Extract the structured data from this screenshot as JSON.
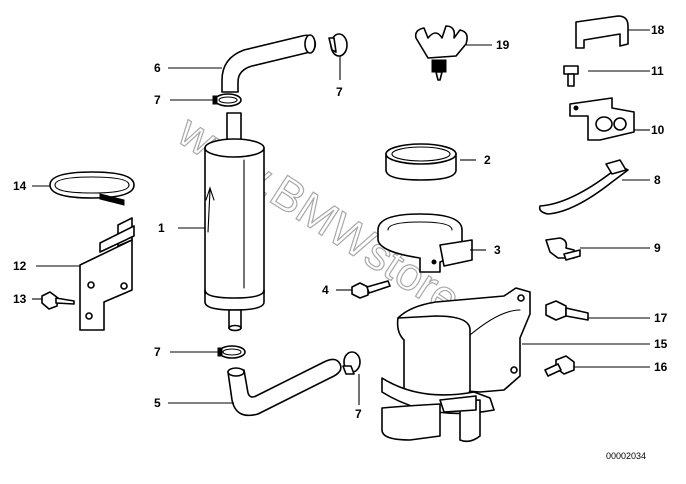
{
  "watermark": "www.BMWstore.pl",
  "drawing_code": "00002034",
  "callouts": [
    {
      "id": "c1",
      "label": "1",
      "part": "fuel-filter"
    },
    {
      "id": "c2",
      "label": "2",
      "part": "rubber-ring"
    },
    {
      "id": "c3",
      "label": "3",
      "part": "clamping-strap"
    },
    {
      "id": "c4",
      "label": "4",
      "part": "hex-bolt"
    },
    {
      "id": "c5",
      "label": "5",
      "part": "fuel-hose-lower"
    },
    {
      "id": "c6",
      "label": "6",
      "part": "fuel-hose-upper"
    },
    {
      "id": "c7a",
      "label": "7",
      "part": "hose-clamp"
    },
    {
      "id": "c7b",
      "label": "7",
      "part": "hose-clamp"
    },
    {
      "id": "c7c",
      "label": "7",
      "part": "hose-clamp"
    },
    {
      "id": "c7d",
      "label": "7",
      "part": "hose-clamp"
    },
    {
      "id": "c8",
      "label": "8",
      "part": "cable-tie"
    },
    {
      "id": "c9",
      "label": "9",
      "part": "clip"
    },
    {
      "id": "c10",
      "label": "10",
      "part": "pipe-holder"
    },
    {
      "id": "c11",
      "label": "11",
      "part": "screw"
    },
    {
      "id": "c12",
      "label": "12",
      "part": "bracket"
    },
    {
      "id": "c13",
      "label": "13",
      "part": "bolt"
    },
    {
      "id": "c14",
      "label": "14",
      "part": "hose-clip"
    },
    {
      "id": "c15",
      "label": "15",
      "part": "filter-holder"
    },
    {
      "id": "c16",
      "label": "16",
      "part": "bolt"
    },
    {
      "id": "c17",
      "label": "17",
      "part": "bolt"
    },
    {
      "id": "c18",
      "label": "18",
      "part": "edge-protection"
    },
    {
      "id": "c19",
      "label": "19",
      "part": "pipe-clip"
    }
  ]
}
